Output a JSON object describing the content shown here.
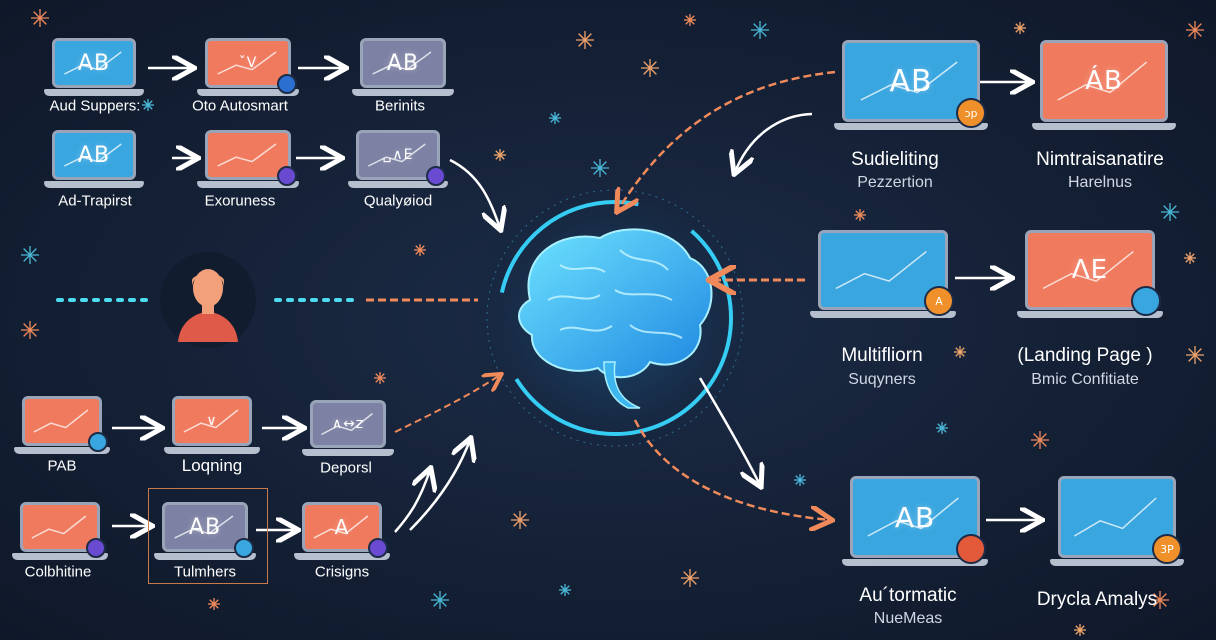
{
  "colors": {
    "background": "#142035",
    "blue_screen": "#3aa6e0",
    "coral_screen": "#f07a5e",
    "gray_screen": "#7d82a4",
    "arrow_white": "#ffffff",
    "arrow_orange": "#f08a5a",
    "brain_glow": "#3fd3ff"
  },
  "icons": {
    "brain": "brain-icon",
    "person": "person-icon",
    "arrow": "arrow-icon",
    "sparkle": "sparkle-icon"
  },
  "left_flows": [
    {
      "nodes": [
        {
          "screen_text": "AB",
          "label": "Aud Suppers:"
        },
        {
          "screen_text": "ˇV",
          "label": "Oto Autosmart"
        },
        {
          "screen_text": "AB",
          "label": "Berinits"
        }
      ]
    },
    {
      "nodes": [
        {
          "screen_text": "AB",
          "label": "Ad-Trapirst"
        },
        {
          "screen_text": "",
          "label": "Exoruness"
        },
        {
          "screen_text": "␣∧E",
          "label": "Qualyøiod"
        }
      ]
    },
    {
      "nodes": [
        {
          "screen_text": "",
          "label": "PAB"
        },
        {
          "screen_text": "∨",
          "label": "Loqning"
        },
        {
          "screen_text": "∧↔z",
          "label": "Deporsl"
        }
      ]
    },
    {
      "nodes": [
        {
          "screen_text": "",
          "label": "Colbhitine"
        },
        {
          "screen_text": "AB",
          "label": "Tulmhers"
        },
        {
          "screen_text": "A",
          "label": "Crisigns"
        }
      ]
    }
  ],
  "right_nodes": [
    {
      "screen_text": "AB",
      "badge": "ɔp",
      "label": "Sudieliting",
      "sublabel": "Pezzertion"
    },
    {
      "screen_text": "ÁB",
      "badge": "",
      "label": "Nimtraisanatire",
      "sublabel": "Harelnus"
    },
    {
      "screen_text": "",
      "badge": "A",
      "label": "Multifliorn",
      "sublabel": "Suqyners"
    },
    {
      "screen_text": "ΛE",
      "badge": "",
      "label": "(Landing Page )",
      "sublabel": "Bmic Confitiate"
    },
    {
      "screen_text": "AB",
      "badge": "",
      "label": "Au´tormatic",
      "sublabel": "NueMeas"
    },
    {
      "screen_text": "",
      "badge": "3P",
      "label": "Drycla Amalys",
      "sublabel": ""
    }
  ]
}
